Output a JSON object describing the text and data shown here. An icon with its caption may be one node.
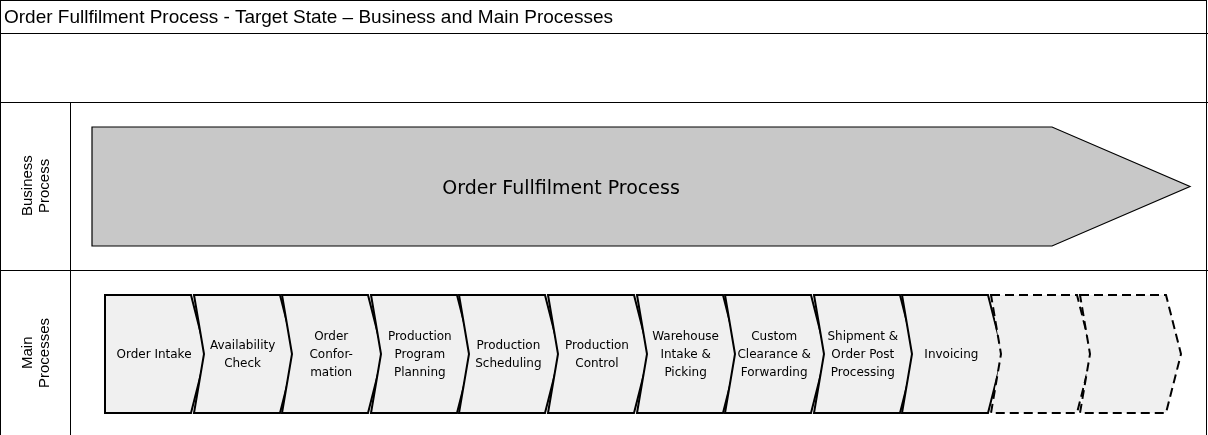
{
  "diagram": {
    "title": "Order Fullfilment Process - Target State – Business and Main Processes",
    "nodes": [
      {
        "text": [
          "Business Process"
        ]
      },
      {
        "text": [
          "Order Fullfilment Process"
        ],
        "in": 0
      },
      {
        "text": [
          "Main Processes"
        ]
      },
      {
        "text": [
          "Order Intake"
        ],
        "in": 2
      },
      {
        "text": [
          "Availability Check"
        ],
        "in": 2
      },
      {
        "text": [
          "Order Confor- mation"
        ],
        "in": 2
      },
      {
        "text": [
          "Production Program Planning"
        ],
        "in": 2
      },
      {
        "text": [
          "Production Scheduling"
        ],
        "in": 2
      },
      {
        "text": [
          "Production Control"
        ],
        "in": 2
      },
      {
        "text": [
          "Warehouse Intake & Picking"
        ],
        "in": 2
      },
      {
        "text": [
          "Custom Clearance & Forwarding"
        ],
        "in": 2
      },
      {
        "text": [
          "Shipment & Order Post Processing"
        ],
        "in": 2
      },
      {
        "text": [
          "Invoicing"
        ],
        "in": 2
      },
      {
        "text": [],
        "shape": "chevron",
        "in": 2
      },
      {
        "text": [],
        "shape": "chevron",
        "in": 2
      }
    ],
    "edges": []
  }
}
